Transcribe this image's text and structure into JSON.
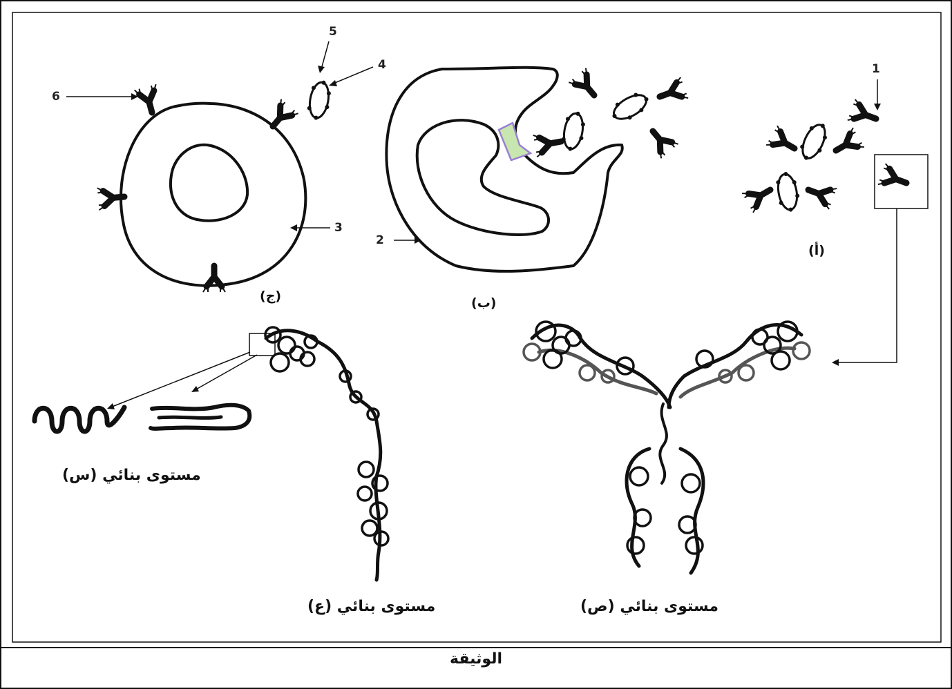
{
  "panels": {
    "a": "(أ)",
    "b": "(ب)",
    "c": "(ج)"
  },
  "numbers": [
    "1",
    "2",
    "3",
    "4",
    "5",
    "6"
  ],
  "levels": {
    "x": "مستوى بنائي (س)",
    "y": "مستوى بنائي (ع)",
    "z": "مستوى بنائي (ص)"
  },
  "footer": "الوثيقة",
  "colors": {
    "ink": "#111111",
    "grey_chain": "#555555",
    "antigen_site": "#c8e6b0",
    "antigen_outline": "#9a7fd1"
  }
}
